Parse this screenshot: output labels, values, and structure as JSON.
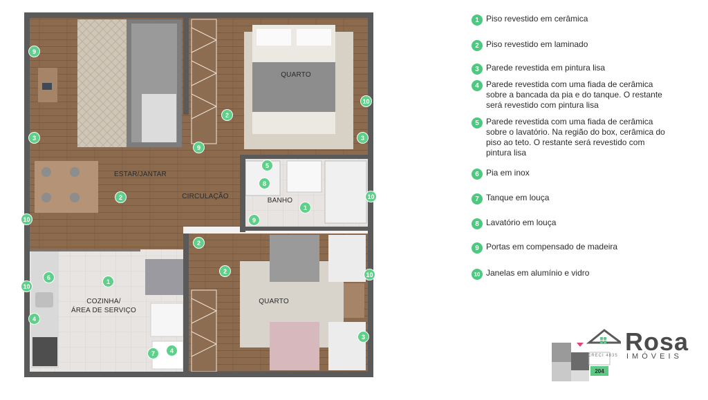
{
  "rooms": {
    "quarto_top": "QUARTO",
    "estar": "ESTAR/JANTAR",
    "circulacao": "CIRCULAÇÃO",
    "banho": "BANHO",
    "cozinha_line1": "COZINHA/",
    "cozinha_line2": "ÁREA DE SERVIÇO",
    "quarto_bottom": "QUARTO"
  },
  "legend": [
    {
      "num": "1",
      "text": "Piso revestido em cerâmica"
    },
    {
      "num": "2",
      "text": "Piso revestido em laminado"
    },
    {
      "num": "3",
      "text": "Parede revestida em pintura lisa"
    },
    {
      "num": "4",
      "text": "Parede revestida com uma fiada de cerâmica sobre a bancada da pia e do tanque. O restante será revestido com pintura lisa"
    },
    {
      "num": "5",
      "text": "Parede revestida com uma fiada de cerâmica sobre o lavatório. Na região do box, cerâmica do piso ao teto. O restante será revestido com pintura lisa"
    },
    {
      "num": "6",
      "text": "Pia em inox"
    },
    {
      "num": "7",
      "text": "Tanque em louça"
    },
    {
      "num": "8",
      "text": "Lavatório em louça"
    },
    {
      "num": "9",
      "text": "Portas em compensado de madeira"
    },
    {
      "num": "10",
      "text": "Janelas em alumínio e vidro"
    }
  ],
  "markers": [
    "9",
    "2",
    "10",
    "3",
    "3",
    "5",
    "8",
    "2",
    "2",
    "1",
    "10",
    "9",
    "10",
    "9",
    "10",
    "6",
    "1",
    "2",
    "10",
    "4",
    "7",
    "4",
    "3"
  ],
  "logo": {
    "name": "Rosa",
    "sub": "IMÓVEIS",
    "creci": "CRECI 4835",
    "unit": "204"
  },
  "colors": {
    "accent": "#4cc97e",
    "wood": "#8a6a4d",
    "tile": "#e6e3e0",
    "wall": "#5a5a5a"
  }
}
